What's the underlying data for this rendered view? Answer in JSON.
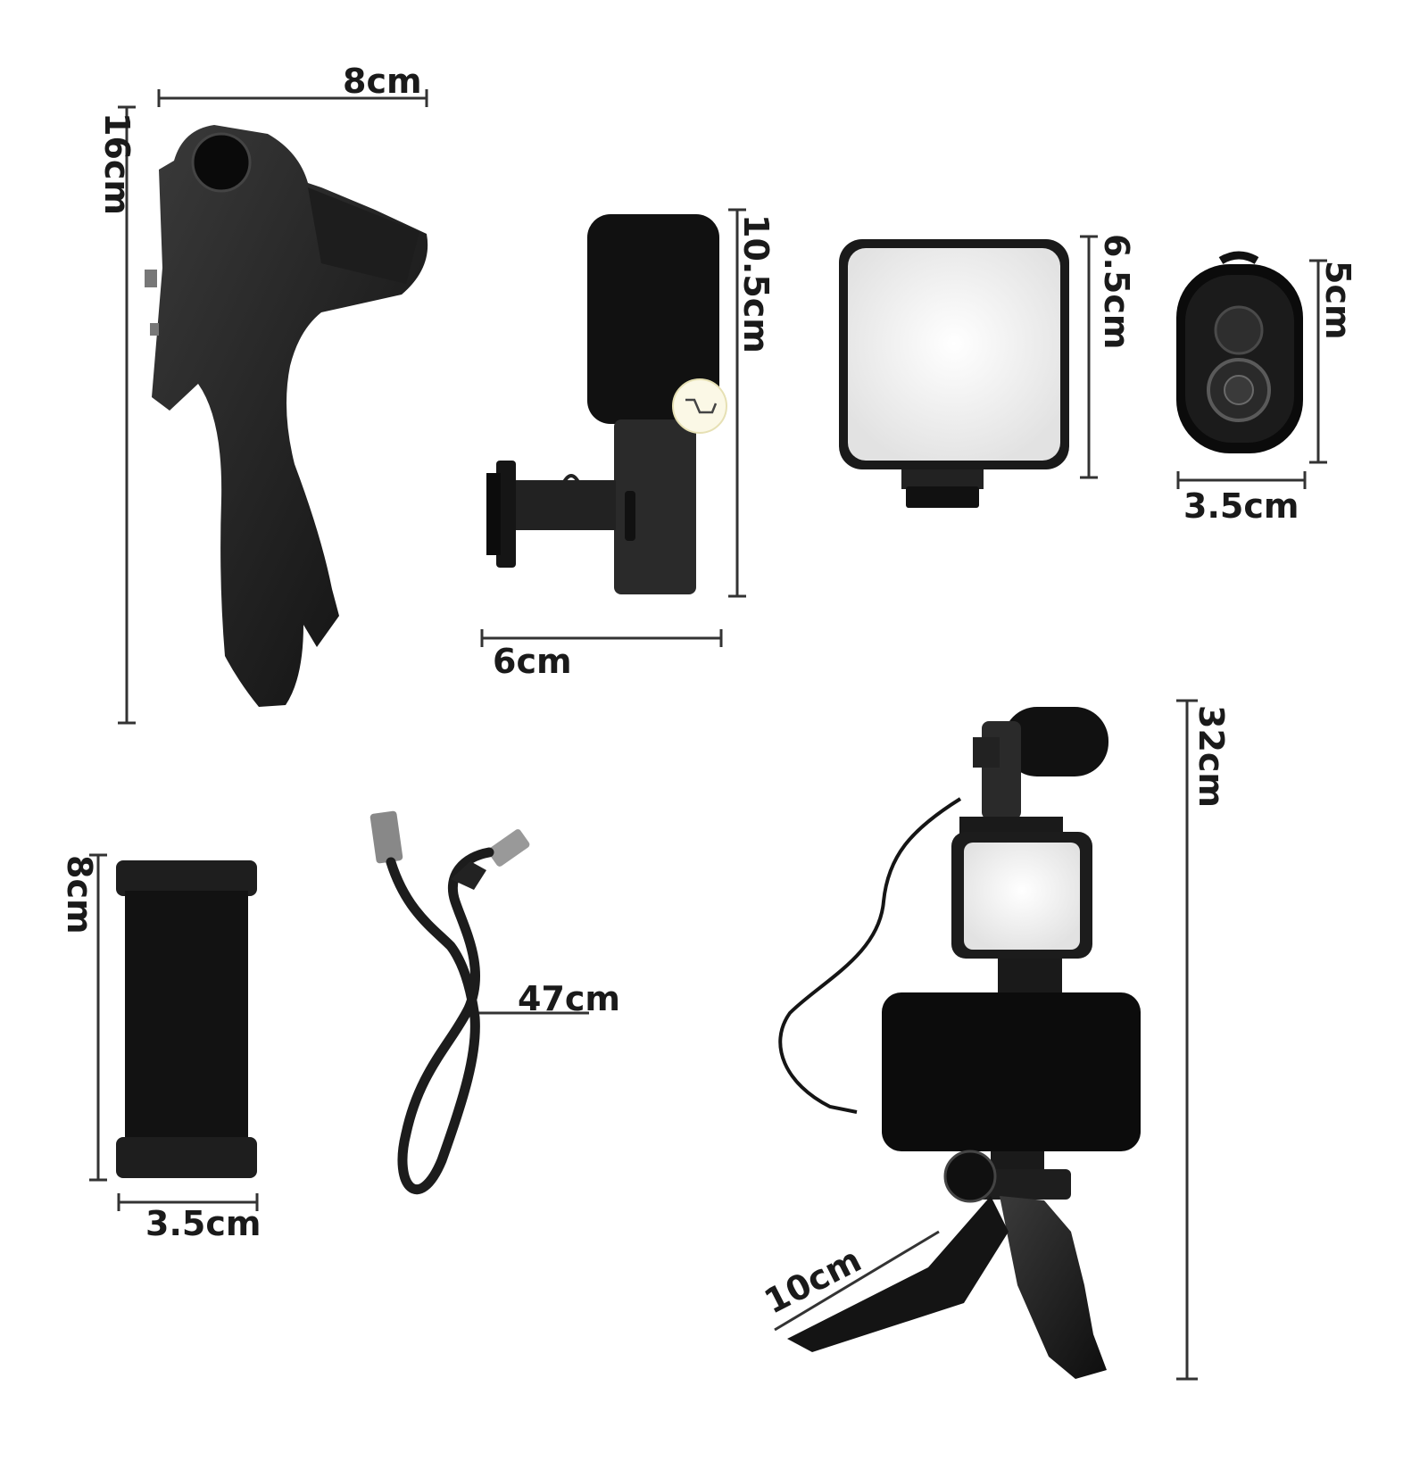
{
  "dimensions": {
    "tripod_width": "8cm",
    "tripod_height": "16cm",
    "mic_height": "10.5cm",
    "mic_width": "6cm",
    "light_height": "6.5cm",
    "remote_height": "5cm",
    "remote_width": "3.5cm",
    "holder_height": "8cm",
    "holder_width": "3.5cm",
    "cable_length": "47cm",
    "kit_height": "32cm",
    "kit_leg_span": "10cm"
  },
  "colors": {
    "product_black": "#141414",
    "dimension_line": "#333333",
    "led_panel": "#f3f3f3",
    "background": "#ffffff"
  }
}
